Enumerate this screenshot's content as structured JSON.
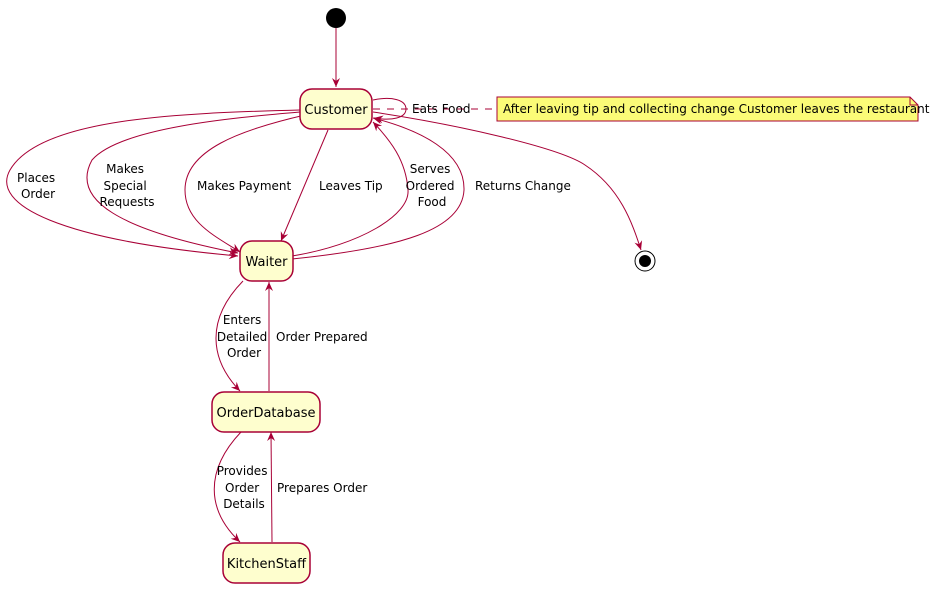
{
  "states": {
    "customer": "Customer",
    "waiter": "Waiter",
    "order_database": "OrderDatabase",
    "kitchen_staff": "KitchenStaff"
  },
  "transitions": {
    "places_order": [
      "Places",
      "Order"
    ],
    "makes_special_requests": [
      "Makes",
      "Special",
      "Requests"
    ],
    "makes_payment": "Makes Payment",
    "leaves_tip": "Leaves Tip",
    "serves_ordered_food": [
      "Serves",
      "Ordered",
      "Food"
    ],
    "returns_change": "Returns Change",
    "eats_food": "Eats Food",
    "enters_detailed_order": [
      "Enters",
      "Detailed",
      "Order"
    ],
    "order_prepared": "Order Prepared",
    "provides_order_details": [
      "Provides",
      "Order",
      "Details"
    ],
    "prepares_order": "Prepares Order"
  },
  "note": "After leaving tip and collecting change Customer leaves the restaurant",
  "colors": {
    "stroke": "#A80036",
    "state_fill": "#FEFECE",
    "note_fill": "#FBFB77"
  }
}
